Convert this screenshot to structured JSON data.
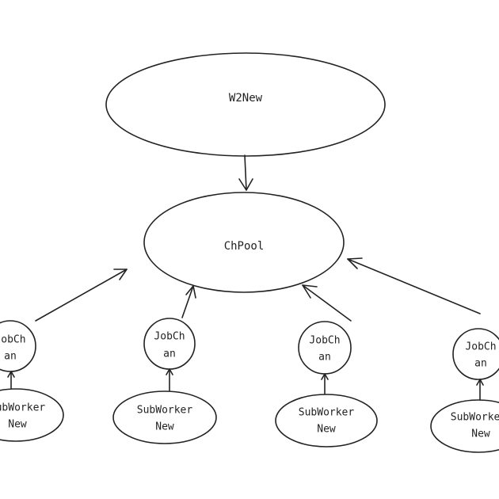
{
  "diagram": {
    "root": {
      "label": "W2New"
    },
    "pool": {
      "label": "ChPool"
    },
    "job_chans": [
      {
        "line1": "JobCh",
        "line2": "an"
      },
      {
        "line1": "JobCh",
        "line2": "an"
      },
      {
        "line1": "JobCh",
        "line2": "an"
      },
      {
        "line1": "JobCh",
        "line2": "an"
      }
    ],
    "sub_workers": [
      {
        "line1": "SubWorker",
        "line2": "New"
      },
      {
        "line1": "SubWorker",
        "line2": "New"
      },
      {
        "line1": "SubWorker",
        "line2": "New"
      },
      {
        "line1": "SubWorker",
        "line2": "New"
      }
    ],
    "edges": [
      {
        "from": "root",
        "to": "pool"
      },
      {
        "from": "job_chans.0",
        "to": "pool"
      },
      {
        "from": "job_chans.1",
        "to": "pool"
      },
      {
        "from": "job_chans.2",
        "to": "pool"
      },
      {
        "from": "job_chans.3",
        "to": "pool"
      },
      {
        "from": "sub_workers.0",
        "to": "job_chans.0"
      },
      {
        "from": "sub_workers.1",
        "to": "job_chans.1"
      },
      {
        "from": "sub_workers.2",
        "to": "job_chans.2"
      },
      {
        "from": "sub_workers.3",
        "to": "job_chans.3"
      }
    ]
  }
}
